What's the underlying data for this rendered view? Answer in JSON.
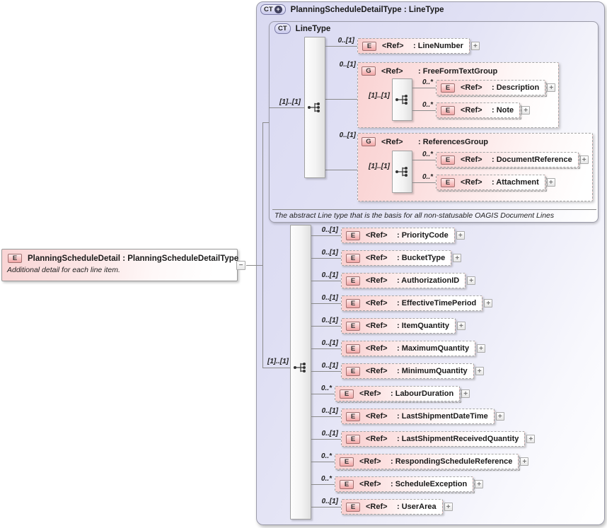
{
  "icons": {
    "plus": "+",
    "minus": "−",
    "ct_plus": "+"
  },
  "outer": {
    "badge": "CT",
    "title": "PlanningScheduleDetailType : LineType"
  },
  "linetype": {
    "badge": "CT",
    "title": "LineType",
    "seq_card": "[1]..[1]",
    "annotation": "The abstract Line type that is the basis for all non-statusable OAGIS Document Lines",
    "line_number": {
      "badge": "E",
      "card": "0..[1]",
      "ref": "<Ref>",
      "name": ": LineNumber"
    },
    "fftg": {
      "badge": "G",
      "card": "0..[1]",
      "ref": "<Ref>",
      "name": ": FreeFormTextGroup",
      "seq_card": "[1]..[1]",
      "description": {
        "badge": "E",
        "card": "0..*",
        "ref": "<Ref>",
        "name": ": Description"
      },
      "note": {
        "badge": "E",
        "card": "0..*",
        "ref": "<Ref>",
        "name": ": Note"
      }
    },
    "refg": {
      "badge": "G",
      "card": "0..[1]",
      "ref": "<Ref>",
      "name": ": ReferencesGroup",
      "seq_card": "[1]..[1]",
      "document_reference": {
        "badge": "E",
        "card": "0..*",
        "ref": "<Ref>",
        "name": ": DocumentReference"
      },
      "attachment": {
        "badge": "E",
        "card": "0..*",
        "ref": "<Ref>",
        "name": ": Attachment"
      }
    }
  },
  "detail": {
    "seq_card": "[1]..[1]",
    "rows": [
      {
        "badge": "E",
        "card": "0..[1]",
        "ref": "<Ref>",
        "name": ": PriorityCode"
      },
      {
        "badge": "E",
        "card": "0..[1]",
        "ref": "<Ref>",
        "name": ": BucketType"
      },
      {
        "badge": "E",
        "card": "0..[1]",
        "ref": "<Ref>",
        "name": ": AuthorizationID"
      },
      {
        "badge": "E",
        "card": "0..[1]",
        "ref": "<Ref>",
        "name": ": EffectiveTimePeriod"
      },
      {
        "badge": "E",
        "card": "0..[1]",
        "ref": "<Ref>",
        "name": ": ItemQuantity"
      },
      {
        "badge": "E",
        "card": "0..[1]",
        "ref": "<Ref>",
        "name": ": MaximumQuantity"
      },
      {
        "badge": "E",
        "card": "0..[1]",
        "ref": "<Ref>",
        "name": ": MinimumQuantity"
      },
      {
        "badge": "E",
        "card": "0..*",
        "ref": "<Ref>",
        "name": ": LabourDuration"
      },
      {
        "badge": "E",
        "card": "0..[1]",
        "ref": "<Ref>",
        "name": ": LastShipmentDateTime"
      },
      {
        "badge": "E",
        "card": "0..[1]",
        "ref": "<Ref>",
        "name": ": LastShipmentReceivedQuantity"
      },
      {
        "badge": "E",
        "card": "0..*",
        "ref": "<Ref>",
        "name": ": RespondingScheduleReference"
      },
      {
        "badge": "E",
        "card": "0..*",
        "ref": "<Ref>",
        "name": ": ScheduleException"
      },
      {
        "badge": "E",
        "card": "0..[1]",
        "ref": "<Ref>",
        "name": ": UserArea"
      }
    ]
  },
  "root_element": {
    "badge": "E",
    "title": "PlanningScheduleDetail : PlanningScheduleDetailType",
    "annotation": "Additional detail for each line item."
  }
}
